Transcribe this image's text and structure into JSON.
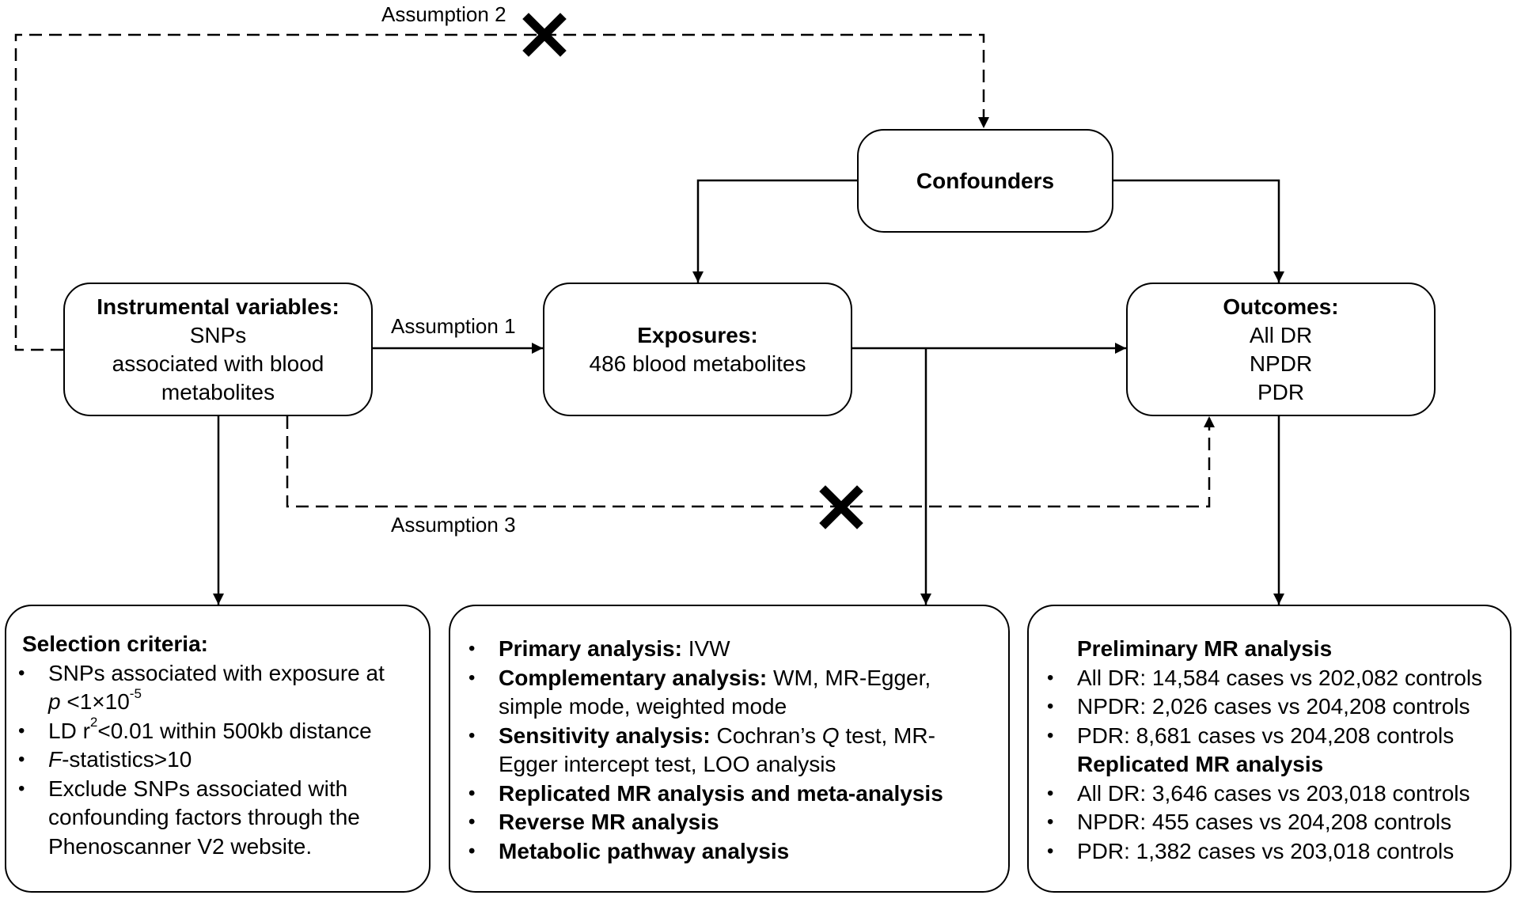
{
  "labels": {
    "assumption_1": "Assumption 1",
    "assumption_2": "Assumption 2",
    "assumption_3": "Assumption 3"
  },
  "confounders": {
    "title": "Confounders"
  },
  "instrumental": {
    "title": "Instrumental variables:",
    "lines": [
      "SNPs",
      "associated with blood",
      "metabolites"
    ]
  },
  "exposures": {
    "title": "Exposures:",
    "lines": [
      "486 blood metabolites"
    ]
  },
  "outcomes": {
    "title": "Outcomes:",
    "lines": [
      "All DR",
      "NPDR",
      "PDR"
    ]
  },
  "selection": {
    "title": "Selection criteria:",
    "item1_text": "SNPs associated with exposure at",
    "item1_p": "p",
    "item1_threshold": " <1×10",
    "item1_exp": "-5",
    "item2_prefix": "LD r",
    "item2_sup": "2",
    "item2_suffix": "<0.01 within 500kb distance",
    "item3_f": "F",
    "item3_rest": "-statistics>10",
    "item4": "Exclude SNPs associated with confounding factors through the Phenoscanner V2 website."
  },
  "analysis": {
    "primary_label": "Primary analysis:",
    "primary_value": " IVW",
    "complementary_label": "Complementary analysis:",
    "complementary_value": " WM, MR-Egger, simple mode, weighted mode",
    "sensitivity_label": "Sensitivity analysis:",
    "sensitivity_value_1": " Cochran’s ",
    "sensitivity_q": "Q",
    "sensitivity_value_2": " test, MR-Egger intercept test, LOO analysis",
    "replicated": "Replicated MR analysis and meta-analysis",
    "reverse": "Reverse MR analysis",
    "pathway": "Metabolic pathway analysis"
  },
  "results": {
    "preliminary_title": "Preliminary MR analysis",
    "preliminary_items": [
      "All DR: 14,584 cases vs 202,082 controls",
      "NPDR: 2,026 cases vs 204,208 controls",
      "PDR: 8,681 cases vs 204,208 controls"
    ],
    "replicated_title": "Replicated MR analysis",
    "replicated_items": [
      "All DR: 3,646 cases vs 203,018 controls",
      "NPDR: 455 cases vs 204,208 controls",
      "PDR: 1,382 cases vs 203,018 controls"
    ]
  }
}
